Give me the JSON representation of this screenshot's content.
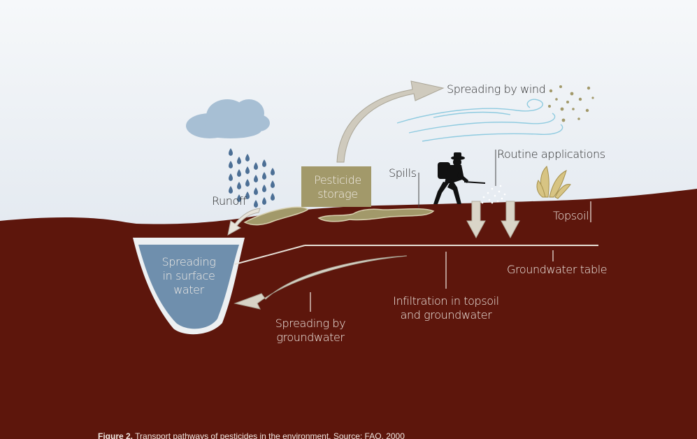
{
  "labels": {
    "spreading_wind": "Spreading by wind",
    "routine_applications": "Routine applications",
    "spills": "Spills",
    "pesticide_storage_line1": "Pesticide",
    "pesticide_storage_line2": "storage",
    "runoff": "Runoff",
    "topsoil": "Topsoil",
    "surface_water_line1": "Spreading",
    "surface_water_line2": "in surface",
    "surface_water_line3": "water",
    "groundwater_table": "Groundwater table",
    "infiltration_line1": "Infiltration in topsoil",
    "infiltration_line2": "and groundwater",
    "groundwater_spread_line1": "Spreading by",
    "groundwater_spread_line2": "groundwater"
  },
  "caption": {
    "figure_label": "Figure 2.",
    "text": "Transport pathways of pesticides in the environment. Source: FAO, 2000"
  },
  "colors": {
    "sky_top": "#dfe6ee",
    "soil": "#5d160c",
    "water": "#6f8fad",
    "pesticide": "#a2996a",
    "arrow": "#d4cfc2",
    "cloud": "#a7bfd4"
  }
}
